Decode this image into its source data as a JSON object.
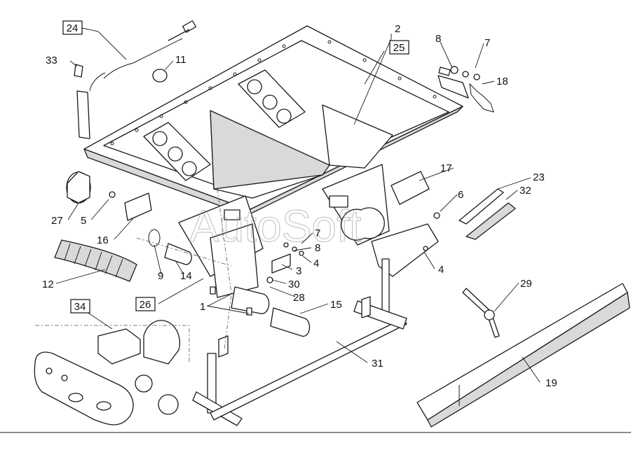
{
  "watermark": "AutoSoft",
  "callouts": {
    "c1": "1",
    "c2": "2",
    "c3": "3",
    "c4a": "4",
    "c4b": "4",
    "c5": "5",
    "c6": "6",
    "c7a": "7",
    "c7b": "7",
    "c8a": "8",
    "c8b": "8",
    "c9": "9",
    "c11": "11",
    "c12": "12",
    "c14": "14",
    "c15": "15",
    "c16": "16",
    "c17": "17",
    "c18": "18",
    "c19": "19",
    "c23": "23",
    "c24": "24",
    "c25": "25",
    "c26": "26",
    "c27": "27",
    "c28": "28",
    "c29": "29",
    "c30": "30",
    "c31": "31",
    "c32": "32",
    "c33": "33",
    "c34": "34"
  }
}
